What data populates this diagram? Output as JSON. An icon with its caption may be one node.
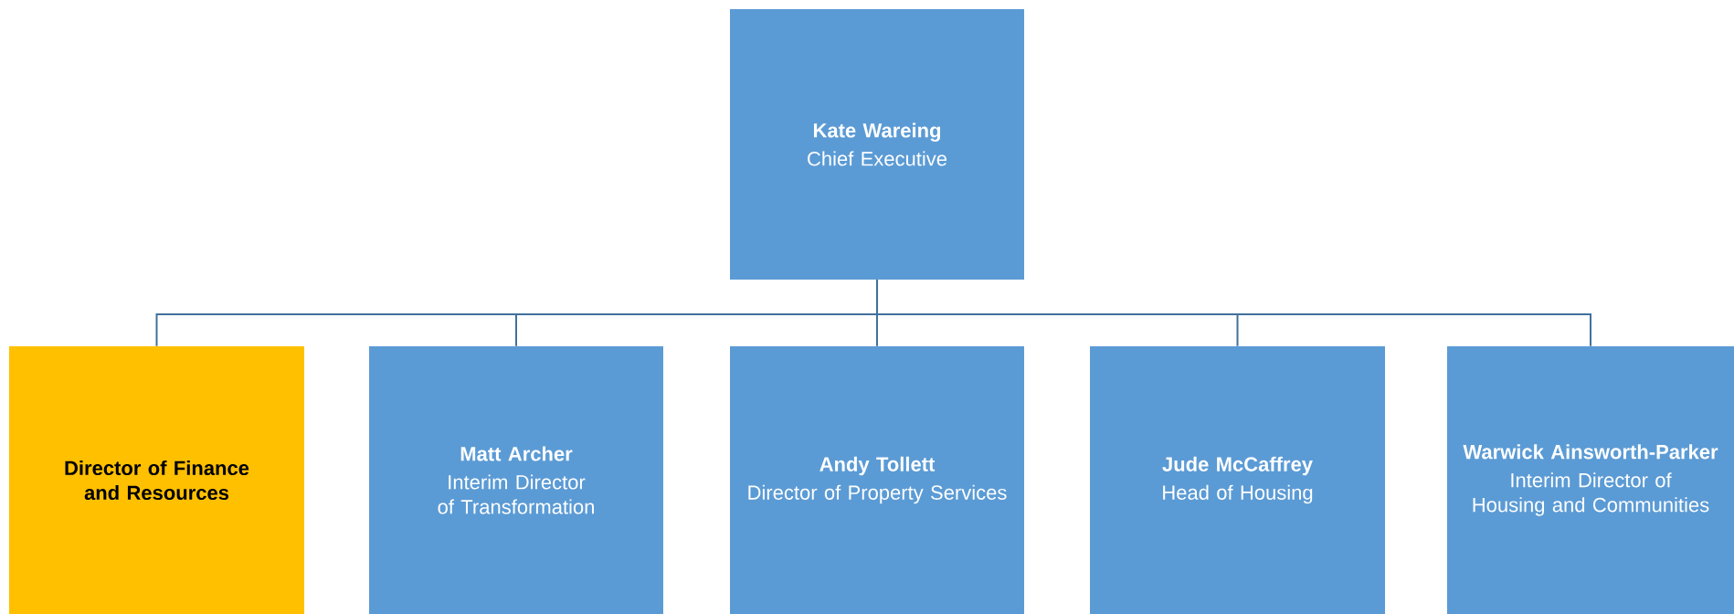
{
  "diagram": {
    "nodes": [
      {
        "text": [
          "Kate Wareing",
          "Chief Executive"
        ]
      },
      {
        "text": [
          "Director of Finance and Resources"
        ]
      },
      {
        "text": [
          "Matt Archer",
          "Interim Director of Transformation"
        ]
      },
      {
        "text": [
          "Andy Tollett",
          "Director of Property Services"
        ]
      },
      {
        "text": [
          "Jude McCaffrey",
          "Head of Housing"
        ]
      },
      {
        "text": [
          "Warwick Ainsworth-Parker",
          "Interim Director of Housing and Communities"
        ]
      }
    ],
    "edges": [
      {
        "from": 0,
        "to": 1,
        "arrow": "none"
      },
      {
        "from": 0,
        "to": 2,
        "arrow": "none"
      },
      {
        "from": 0,
        "to": 3,
        "arrow": "none"
      },
      {
        "from": 0,
        "to": 4,
        "arrow": "none"
      },
      {
        "from": 0,
        "to": 5,
        "arrow": "none"
      }
    ]
  }
}
